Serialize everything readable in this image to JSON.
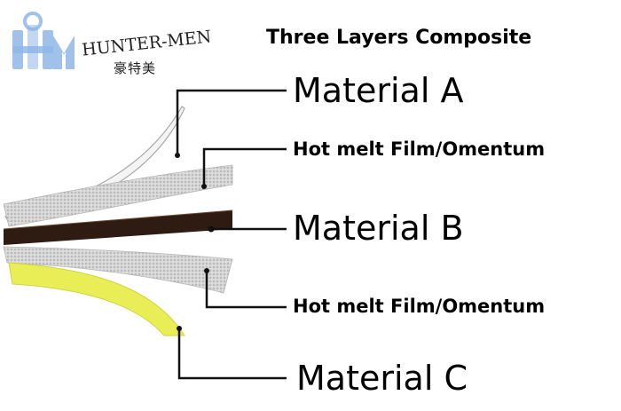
{
  "header": {
    "title": "Three Layers Composite",
    "brand": "HUNTER-MEN",
    "brand_cn": "豪特美",
    "logo_letters": "HM"
  },
  "labels": {
    "material_a": "Material A",
    "film_top": "Hot melt Film/Omentum",
    "material_b": "Material B",
    "film_bottom": "Hot melt Film/Omentum",
    "material_c": "Material C"
  },
  "colors": {
    "material_b": "#2e1c12",
    "material_c": "#e9ee57",
    "film": "#c9c9c9",
    "logo": "#8fb7e6",
    "leader": "#111111"
  }
}
